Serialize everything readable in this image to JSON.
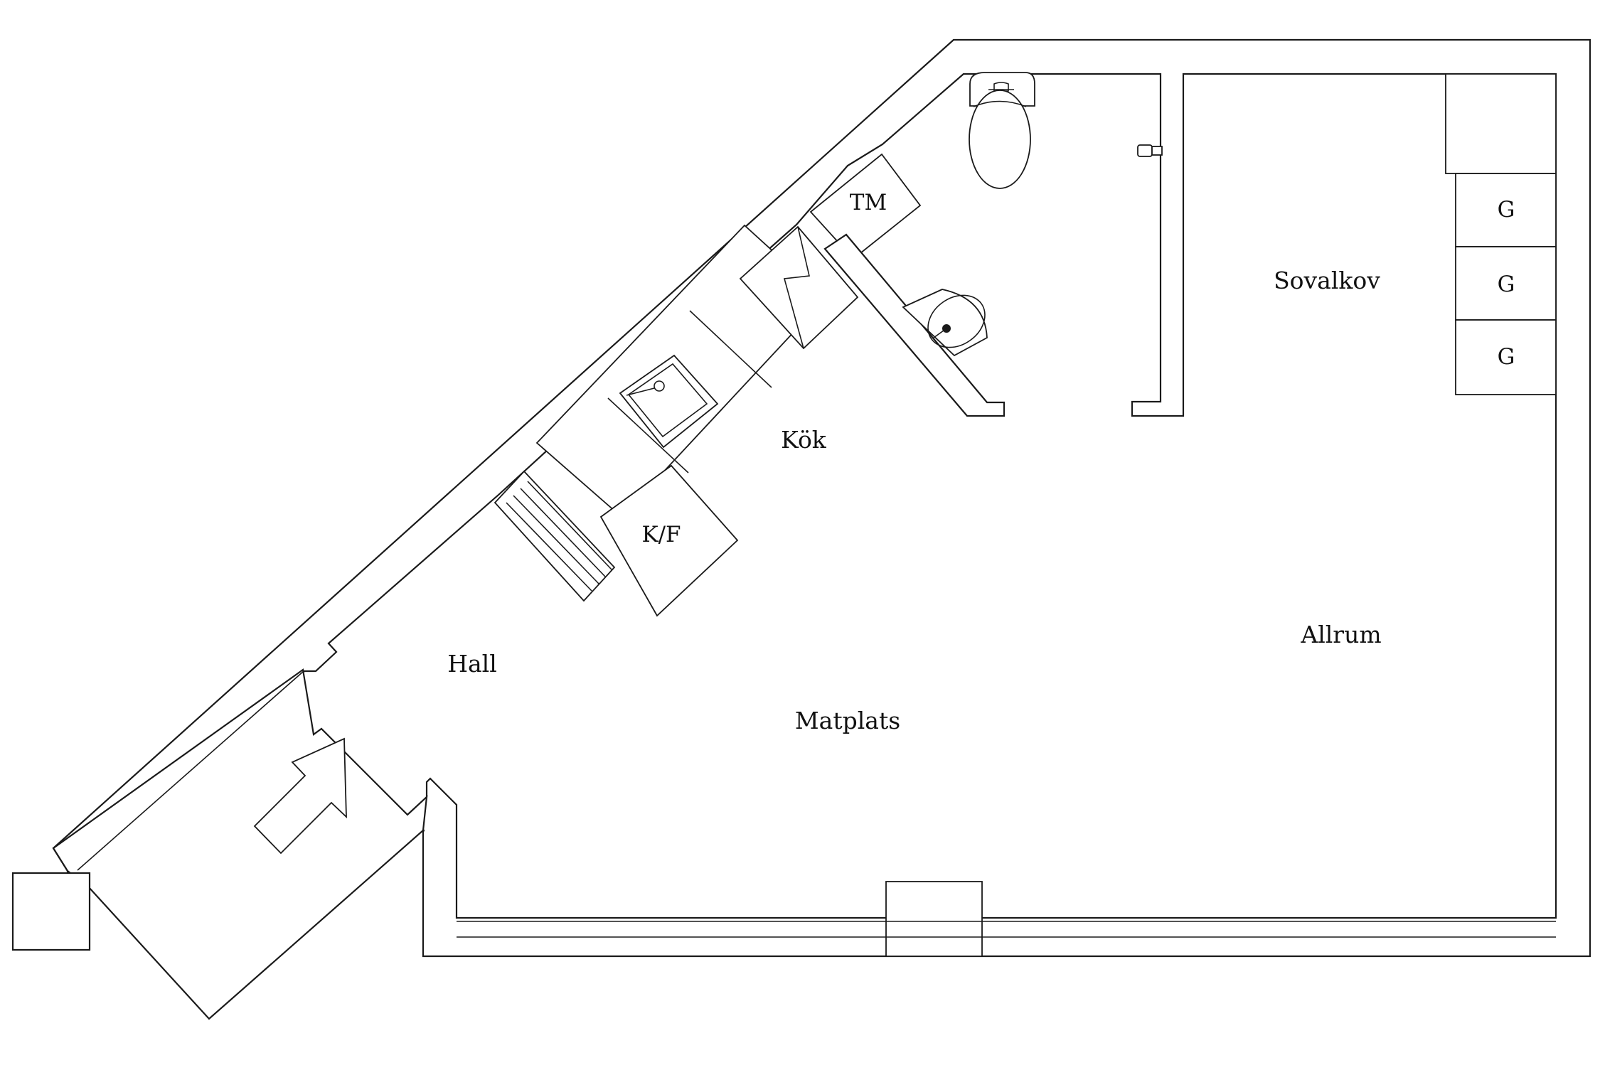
{
  "rooms": {
    "kok": "Kök",
    "hall": "Hall",
    "matplats": "Matplats",
    "sovalkov": "Sovalkov",
    "allrum": "Allrum"
  },
  "fixtures": {
    "tm": "TM",
    "kf": "K/F",
    "wardrobe": [
      "G",
      "G",
      "G"
    ]
  },
  "icons": {
    "entrance_arrow": "arrow-icon",
    "toilet": "toilet-icon",
    "washbasin": "washbasin-icon",
    "sink": "sink-icon",
    "stove": "stove-icon",
    "radiator": "radiator-icon",
    "tap": "tap-icon"
  }
}
